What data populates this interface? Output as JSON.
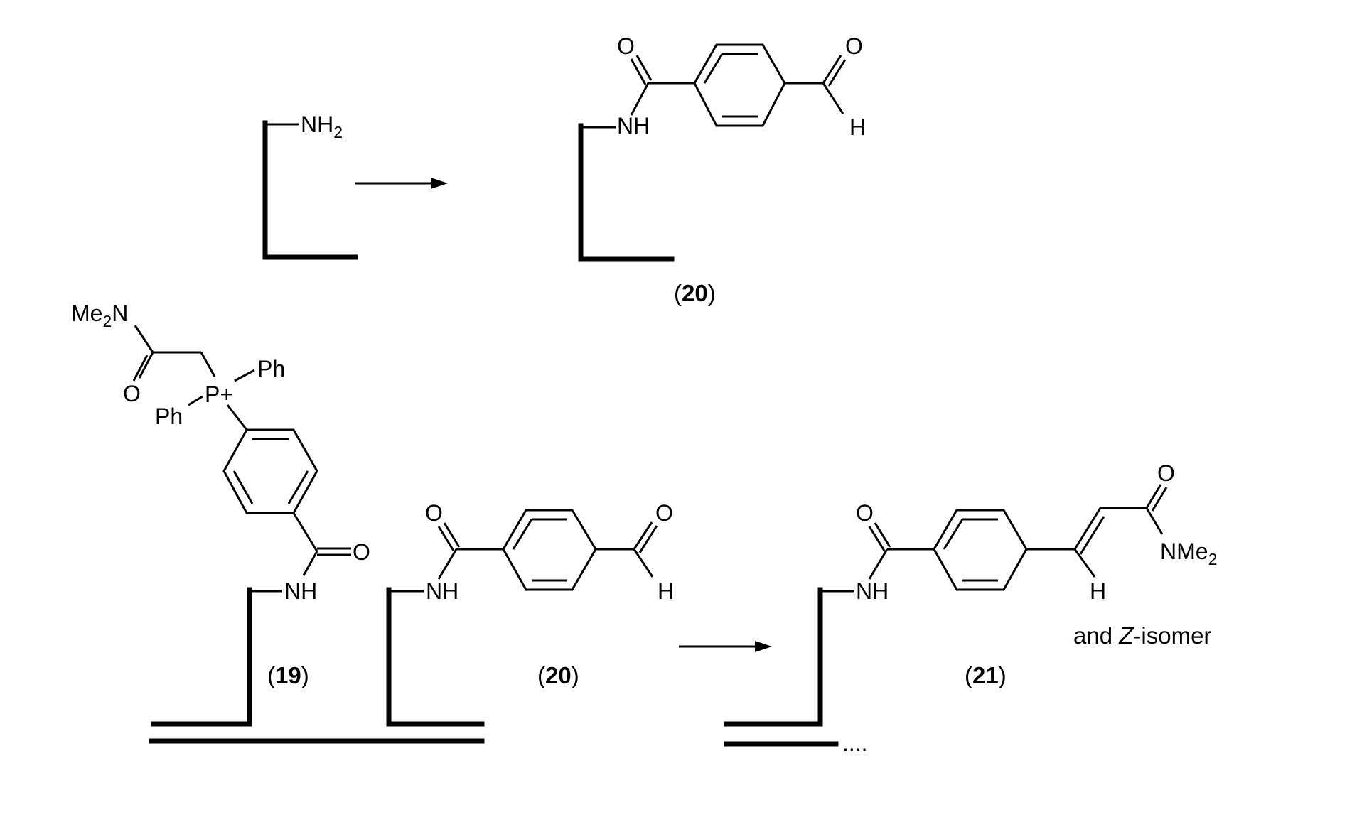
{
  "reaction1": {
    "reactant_amine": {
      "group": "NH",
      "sub": "2"
    },
    "product": {
      "amide_o": "O",
      "nh": "NH",
      "ald_o": "O",
      "ald_h": "H",
      "label_open": "(",
      "label_num": "20",
      "label_close": ")"
    }
  },
  "reaction2": {
    "phosphonium": {
      "me2n": {
        "pre": "Me",
        "sub": "2",
        "post": "N"
      },
      "carbonyl_o": "O",
      "p_plus": "P+",
      "ph1": "Ph",
      "ph2": "Ph",
      "amide_o": "O",
      "nh": "NH",
      "label_open": "(",
      "label_num": "19",
      "label_close": ")"
    },
    "aldehyde": {
      "amide_o": "O",
      "nh": "NH",
      "ald_o": "O",
      "ald_h": "H",
      "label_open": "(",
      "label_num": "20",
      "label_close": ")"
    },
    "product": {
      "amide_o": "O",
      "nh": "NH",
      "vinyl_h": "H",
      "acyl_o": "O",
      "nme2": {
        "pre": "NMe",
        "sub": "2"
      },
      "isomer_pre": "and ",
      "isomer_italic": "Z",
      "isomer_post": "-isomer",
      "label_open": "(",
      "label_num": "21",
      "label_close": ")",
      "ellipsis": "...."
    }
  }
}
